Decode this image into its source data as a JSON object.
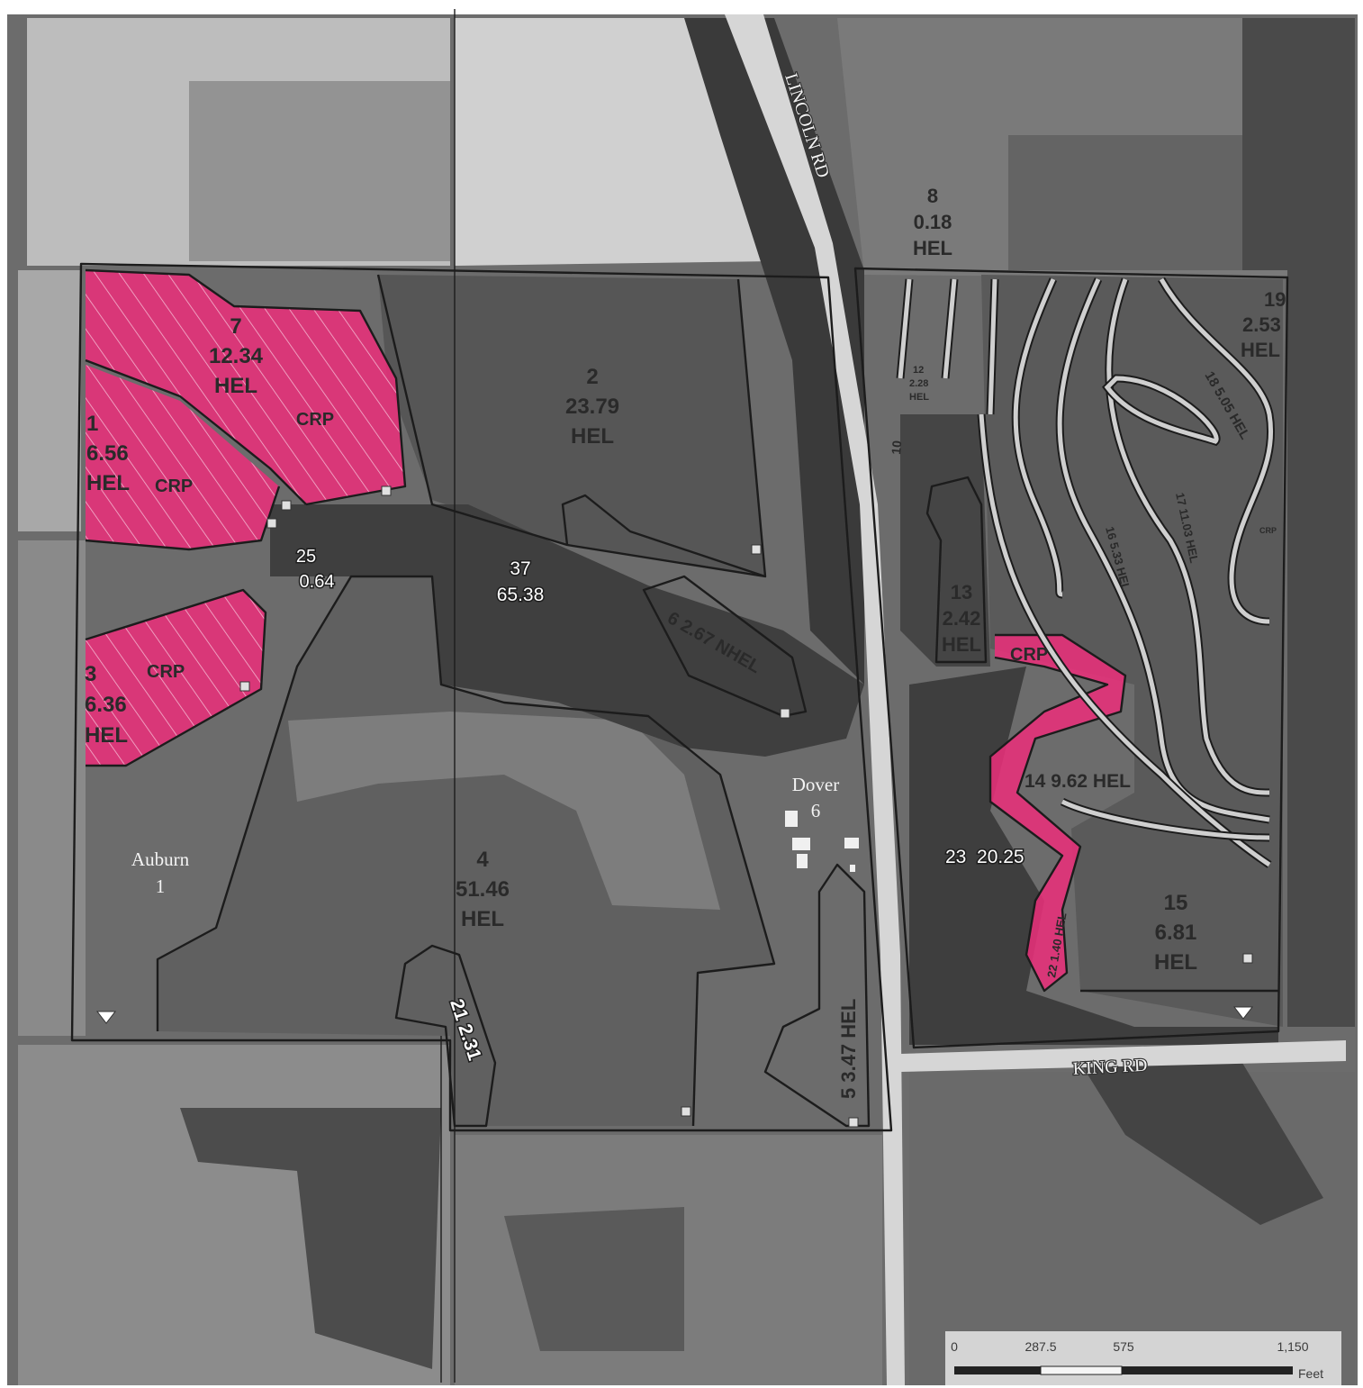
{
  "roads": {
    "lincoln": "LINCOLN RD",
    "king": "KING RD"
  },
  "townships": [
    {
      "name": "Auburn",
      "number": "1"
    },
    {
      "name": "Dover",
      "number": "6"
    }
  ],
  "fields": {
    "f7": {
      "num": "7",
      "acres": "12.34",
      "hel": "HEL"
    },
    "f1": {
      "num": "1",
      "acres": "6.56",
      "hel": "HEL"
    },
    "f3": {
      "num": "3",
      "acres": "6.36",
      "hel": "HEL"
    },
    "f2": {
      "num": "2",
      "acres": "23.79",
      "hel": "HEL"
    },
    "f25": {
      "num": "25",
      "acres": "0.64"
    },
    "f37": {
      "num": "37",
      "acres": "65.38"
    },
    "f6": {
      "label": "6 2.67 NHEL"
    },
    "f4": {
      "num": "4",
      "acres": "51.46",
      "hel": "HEL"
    },
    "f21": {
      "label": "21 2.31"
    },
    "f5": {
      "label": "5 3.47 HEL"
    },
    "f8": {
      "num": "8",
      "acres": "0.18",
      "hel": "HEL"
    },
    "f19": {
      "num": "19",
      "acres": "2.53",
      "hel": "HEL"
    },
    "f12": {
      "num": "12",
      "acres": "2.28",
      "hel": "HEL"
    },
    "f13": {
      "num": "13",
      "acres": "2.42",
      "hel": "HEL"
    },
    "f14": {
      "label": "14 9.62 HEL"
    },
    "f15": {
      "num": "15",
      "acres": "6.81",
      "hel": "HEL"
    },
    "f16": {
      "label": "16 5.33 HEL"
    },
    "f17": {
      "label": "17 11.03 HEL"
    },
    "f18": {
      "label": "18 5.05 HEL"
    },
    "f23": {
      "label": "23  20.25"
    },
    "f22": {
      "label": "22 1.40 HEL"
    },
    "f10": {
      "label": "10"
    }
  },
  "crp": {
    "label": "CRP"
  },
  "scale": {
    "ticks": [
      "0",
      "287.5",
      "575",
      "1,150"
    ],
    "unit": "Feet"
  },
  "colors": {
    "crp_fill": "#e8307a",
    "boundary": "#1c1c1c",
    "road": "#d8d8d8"
  }
}
